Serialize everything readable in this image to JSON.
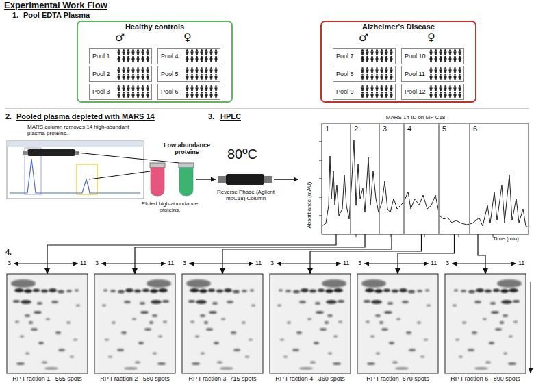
{
  "diagram": {
    "title": "Experimental Work Flow",
    "nodes": [
      {
        "text": [
          "Healthy controls"
        ]
      },
      {
        "text": [
          "Pool 1"
        ],
        "in": 0
      },
      {
        "text": [
          "Pool 2"
        ],
        "in": 0
      },
      {
        "text": [
          "Pool 3"
        ],
        "in": 0
      },
      {
        "text": [
          "Pool 4"
        ],
        "in": 0
      },
      {
        "text": [
          "Pool 5"
        ],
        "in": 0
      },
      {
        "text": [
          "Pool 6"
        ],
        "in": 0
      },
      {
        "text": [
          "Alzheimer's Disease"
        ]
      },
      {
        "text": [
          "Pool 7"
        ],
        "in": 7
      },
      {
        "text": [
          "Pool 8"
        ],
        "in": 7
      },
      {
        "text": [
          "Pool 9"
        ],
        "in": 7
      },
      {
        "text": [
          "Pool 10"
        ],
        "in": 7
      },
      {
        "text": [
          "Pool 11"
        ],
        "in": 7
      },
      {
        "text": [
          "Pool 12"
        ],
        "in": 7
      },
      {
        "text": [
          "MARS 14 ID on MP C18"
        ]
      },
      {
        "text": [
          "1"
        ],
        "in": 14
      },
      {
        "text": [
          "2"
        ],
        "in": 14
      },
      {
        "text": [
          "3"
        ],
        "in": 14
      },
      {
        "text": [
          "4"
        ],
        "in": 14
      },
      {
        "text": [
          "5"
        ],
        "in": 14
      },
      {
        "text": [
          "6"
        ],
        "in": 14
      },
      {
        "text": [
          "RP Fraction 1 –555 spots"
        ]
      },
      {
        "text": [
          "RP Fraction 2 –580 spots"
        ]
      },
      {
        "text": [
          "RP Fraction 3–715 spots"
        ]
      },
      {
        "text": [
          "RP Fraction 4 –360 spots"
        ]
      },
      {
        "text": [
          "RP Fraction–670 spots"
        ]
      },
      {
        "text": [
          "RP Fraction 6 –890 spots"
        ]
      }
    ],
    "edges": [
      {
        "from": 15,
        "to": 21,
        "arrow": "to"
      },
      {
        "from": 16,
        "to": 22,
        "arrow": "to"
      },
      {
        "from": 17,
        "to": 23,
        "arrow": "to"
      },
      {
        "from": 18,
        "to": 24,
        "arrow": "to"
      },
      {
        "from": 19,
        "to": 25,
        "arrow": "to"
      },
      {
        "from": 20,
        "to": 26,
        "arrow": "to"
      }
    ],
    "labels": [
      "1.",
      "Pool EDTA Plasma",
      "♂",
      "♀",
      "♂",
      "♀",
      "2.",
      "Pooled plasma depleted with MARS 14",
      "MARS column removes 14 high-abundant plasma proteins.",
      "Eluted high-abundance proteins.",
      "Low abundance proteins",
      "3.",
      "HPLC",
      "80ºC",
      "Reverse Phase (Agilent mpC18) Column",
      "Absorbance (mAU)",
      "Time (min)",
      "4.",
      "3",
      "11",
      "3",
      "11",
      "3",
      "11",
      "3",
      "11",
      "3",
      "11",
      "3",
      "11"
    ]
  }
}
